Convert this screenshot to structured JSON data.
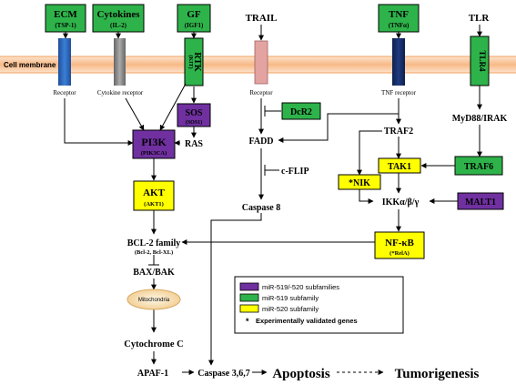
{
  "membrane": {
    "label": "Cell membrane"
  },
  "nodes": {
    "ecm": {
      "label": "ECM",
      "sub": "(TSP-1)"
    },
    "cytokines": {
      "label": "Cytokines",
      "sub": "(IL-2)"
    },
    "gf": {
      "label": "GF",
      "sub": "(IGF1)"
    },
    "trail": {
      "label": "TRAIL"
    },
    "tnf": {
      "label": "TNF",
      "sub": "(TNFα)"
    },
    "tlr": {
      "label": "TLR"
    },
    "rtk": {
      "label": "RTK",
      "sub": "(KIT)"
    },
    "tlr4": {
      "label": "TLR4"
    },
    "receptor1": {
      "label": "Receptor"
    },
    "cytokine_receptor": {
      "label": "Cytokine receptor"
    },
    "receptor2": {
      "label": "Receptor"
    },
    "tnf_receptor": {
      "label": "TNF receptor"
    },
    "sos": {
      "label": "SOS",
      "sub": "(SOS1)"
    },
    "dcr2": {
      "label": "DcR2"
    },
    "myd88": {
      "label": "MyD88/IRAK"
    },
    "pi3k": {
      "label": "PI3K",
      "sub": "(PIK3CA)"
    },
    "ras": {
      "label": "RAS"
    },
    "fadd": {
      "label": "FADD"
    },
    "traf2": {
      "label": "TRAF2"
    },
    "tak1": {
      "label": "TAK1"
    },
    "traf6": {
      "label": "TRAF6"
    },
    "nik": {
      "label": "*NIK"
    },
    "ikk": {
      "label": "IKKα/β/γ"
    },
    "malt1": {
      "label": "MALT1"
    },
    "cflip": {
      "label": "c-FLIP"
    },
    "akt": {
      "label": "AKT",
      "sub": "(AKT1)"
    },
    "caspase8": {
      "label": "Caspase 8"
    },
    "bcl2": {
      "label": "BCL-2 family",
      "sub": "(Bcl-2, Bcl-XL)"
    },
    "nfkb": {
      "label": "NF-κB",
      "sub": "(*RelA)"
    },
    "baxbak": {
      "label": "BAX/BAK"
    },
    "mitochondria": {
      "label": "Mitochondria"
    },
    "cytochrome": {
      "label": "Cytochrome C"
    },
    "apaf1": {
      "label": "APAF-1"
    },
    "caspase367": {
      "label": "Caspase 3,6,7"
    },
    "apoptosis": {
      "label": "Apoptosis"
    },
    "tumorigenesis": {
      "label": "Tumorigenesis"
    }
  },
  "legend": {
    "item1": "miR-519/-520 subfamilies",
    "item2": "miR-519 subfamily",
    "item3": "miR-520 subfamily",
    "item4_mark": "*",
    "item4": "Experimentally validated genes"
  },
  "colors": {
    "green": "#2eb34a",
    "purple": "#7030a0",
    "yellow": "#ffff00",
    "membrane": "#f9c9a0"
  }
}
